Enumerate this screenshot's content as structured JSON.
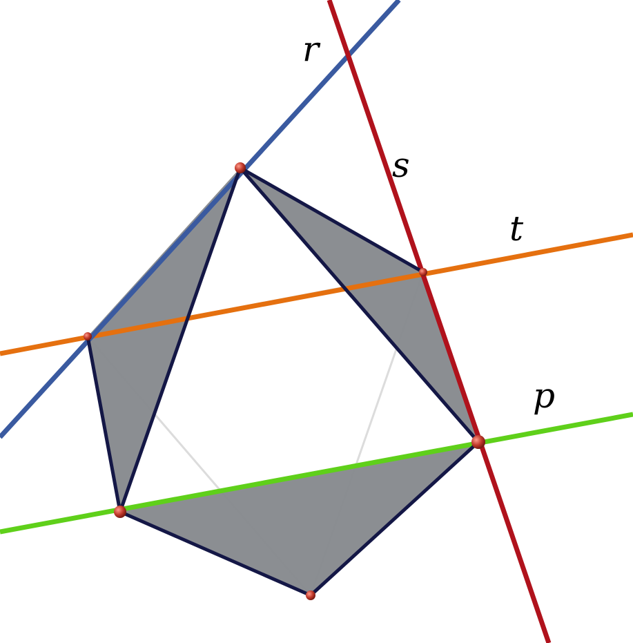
{
  "line_labels": {
    "r": "r",
    "s": "s",
    "t": "t",
    "p": "p"
  },
  "colors": {
    "line_r": "#3a5aa0",
    "line_s": "#b0121c",
    "line_t": "#e5700f",
    "line_p": "#5fd01a",
    "face_fill": "#878a8e",
    "edge_color": "#141746",
    "hidden_edge": "#dcdcdc",
    "vertex": "#c0392b"
  },
  "icons": [
    "vertex-point"
  ]
}
